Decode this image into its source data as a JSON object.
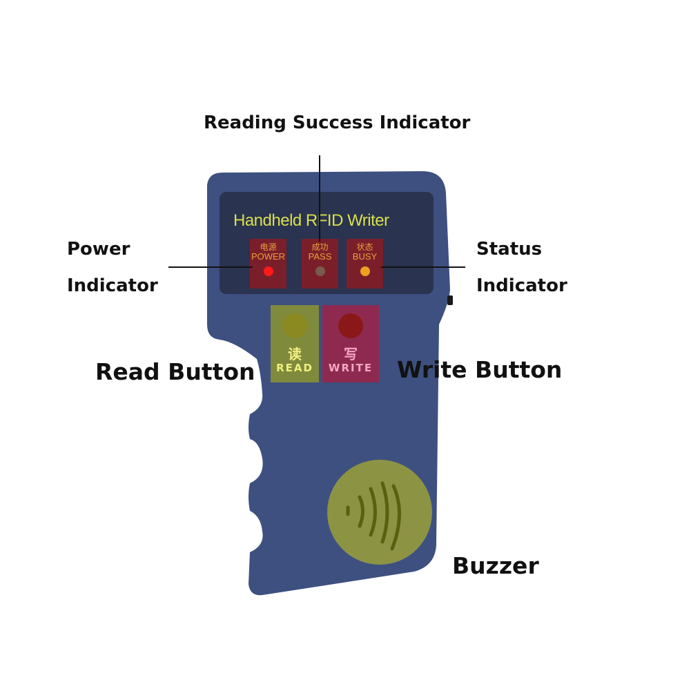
{
  "device": {
    "title": "Handheld RFID Writer",
    "body_color": "#3e5080",
    "panel_color": "#2a3350",
    "indicators": [
      {
        "cn": "电源",
        "en": "POWER",
        "led_color": "#ff1a1a"
      },
      {
        "cn": "成功",
        "en": "PASS",
        "led_color": "#7a5a4a"
      },
      {
        "cn": "状态",
        "en": "BUSY",
        "led_color": "#f0a020"
      }
    ],
    "buttons": [
      {
        "cn": "读",
        "en": "READ",
        "bg": "#7f8a3c",
        "cap": "#8a8a20",
        "text_color": "#f0f080"
      },
      {
        "cn": "写",
        "en": "WRITE",
        "bg": "#8e2a50",
        "cap": "#8a1818",
        "text_color": "#f6a6c0"
      }
    ],
    "buzzer_color": "#8c9444",
    "buzzer_icon": "wireless-signal-icon"
  },
  "annotations": {
    "reading_success": "Reading Success Indicator",
    "power": [
      "Power",
      "Indicator"
    ],
    "status": [
      "Status",
      "Indicator"
    ],
    "read_button": "Read Button",
    "write_button": "Write Button",
    "buzzer": "Buzzer"
  }
}
